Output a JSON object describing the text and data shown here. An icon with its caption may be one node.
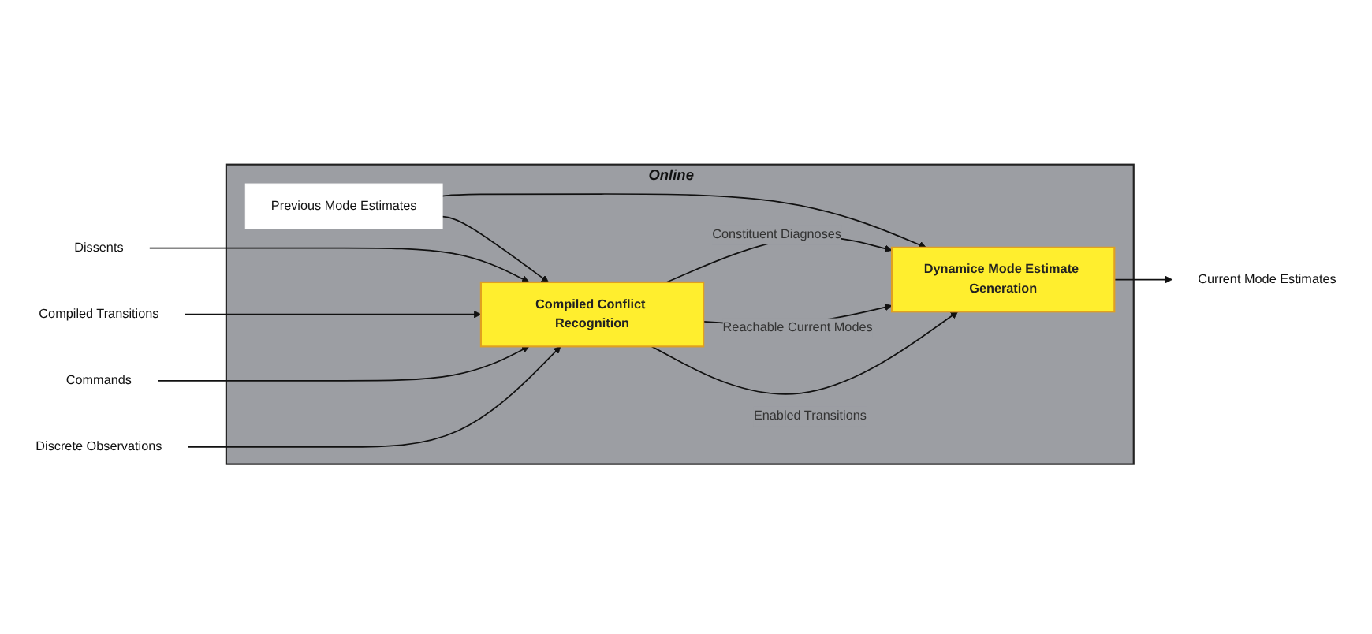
{
  "diagram": {
    "nodes": [
      {
        "text": [
          "Online"
        ]
      },
      {
        "text": [
          "Previous Mode Estimates"
        ],
        "in": 0
      },
      {
        "text": [
          "Dissents"
        ]
      },
      {
        "text": [
          "Compiled Conflict Recognition"
        ],
        "in": 0
      },
      {
        "text": [
          "Dynamice Mode Estimate Generation"
        ],
        "in": 0
      },
      {
        "text": [
          "Current Mode Estimates"
        ]
      },
      {
        "text": [
          "Compiled Transitions"
        ]
      },
      {
        "text": [
          "Commands"
        ]
      },
      {
        "text": [
          "Discrete Observations"
        ]
      }
    ],
    "edges": [
      {
        "from": 1,
        "to": 3,
        "arrow": "to"
      },
      {
        "from": 1,
        "to": 4,
        "arrow": "to"
      },
      {
        "from": 2,
        "to": 3,
        "arrow": "to"
      },
      {
        "from": 6,
        "to": 3,
        "arrow": "to"
      },
      {
        "from": 3,
        "to": 4,
        "arrow": "to",
        "label": "Constituent Diagnoses"
      },
      {
        "from": 3,
        "to": 4,
        "arrow": "to",
        "label": "Reachable Current Modes"
      },
      {
        "from": 3,
        "to": 4,
        "arrow": "to",
        "label": "Enabled Transitions"
      },
      {
        "from": 4,
        "to": 5,
        "arrow": "to"
      },
      {
        "from": 7,
        "to": 3,
        "arrow": "to"
      },
      {
        "from": 8,
        "to": 3,
        "arrow": "to"
      }
    ]
  }
}
